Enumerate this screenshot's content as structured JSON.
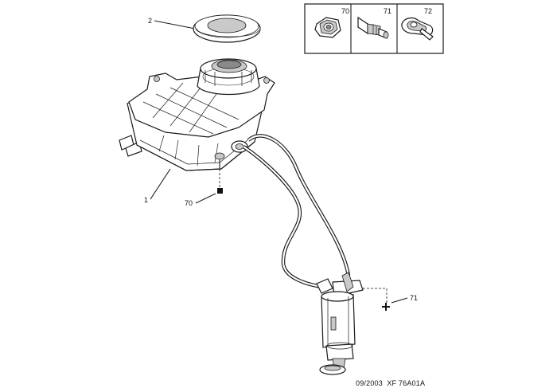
{
  "callouts": {
    "c2": "2",
    "c1": "1",
    "c70_main": "70",
    "c71_main": "71"
  },
  "legend": {
    "items": [
      {
        "ref": "70",
        "icon": "nut-icon"
      },
      {
        "ref": "71",
        "icon": "bolt-icon"
      },
      {
        "ref": "72",
        "icon": "clip-icon"
      }
    ]
  },
  "footer": {
    "code": "09/2003  XF 76A01A"
  }
}
